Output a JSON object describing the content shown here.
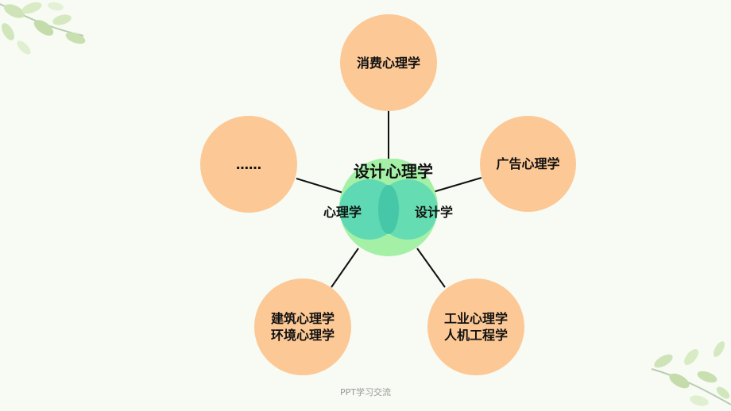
{
  "diagram": {
    "center_title": "设计心理学",
    "overlap_left": "心理学",
    "overlap_right": "设计学",
    "nodes": {
      "top": "消费心理学",
      "right": "广告心理学",
      "bottom_right": "工业心理学\n人机工程学",
      "bottom_left": "建筑心理学\n环境心理学",
      "left": "……"
    }
  },
  "footer": {
    "text": "PPT学习交流"
  },
  "colors": {
    "node_fill": "#fcc895",
    "center_fill": "#a4f0a6",
    "overlap_fill": "#5fd9b4",
    "background": "#f7fbf3"
  }
}
